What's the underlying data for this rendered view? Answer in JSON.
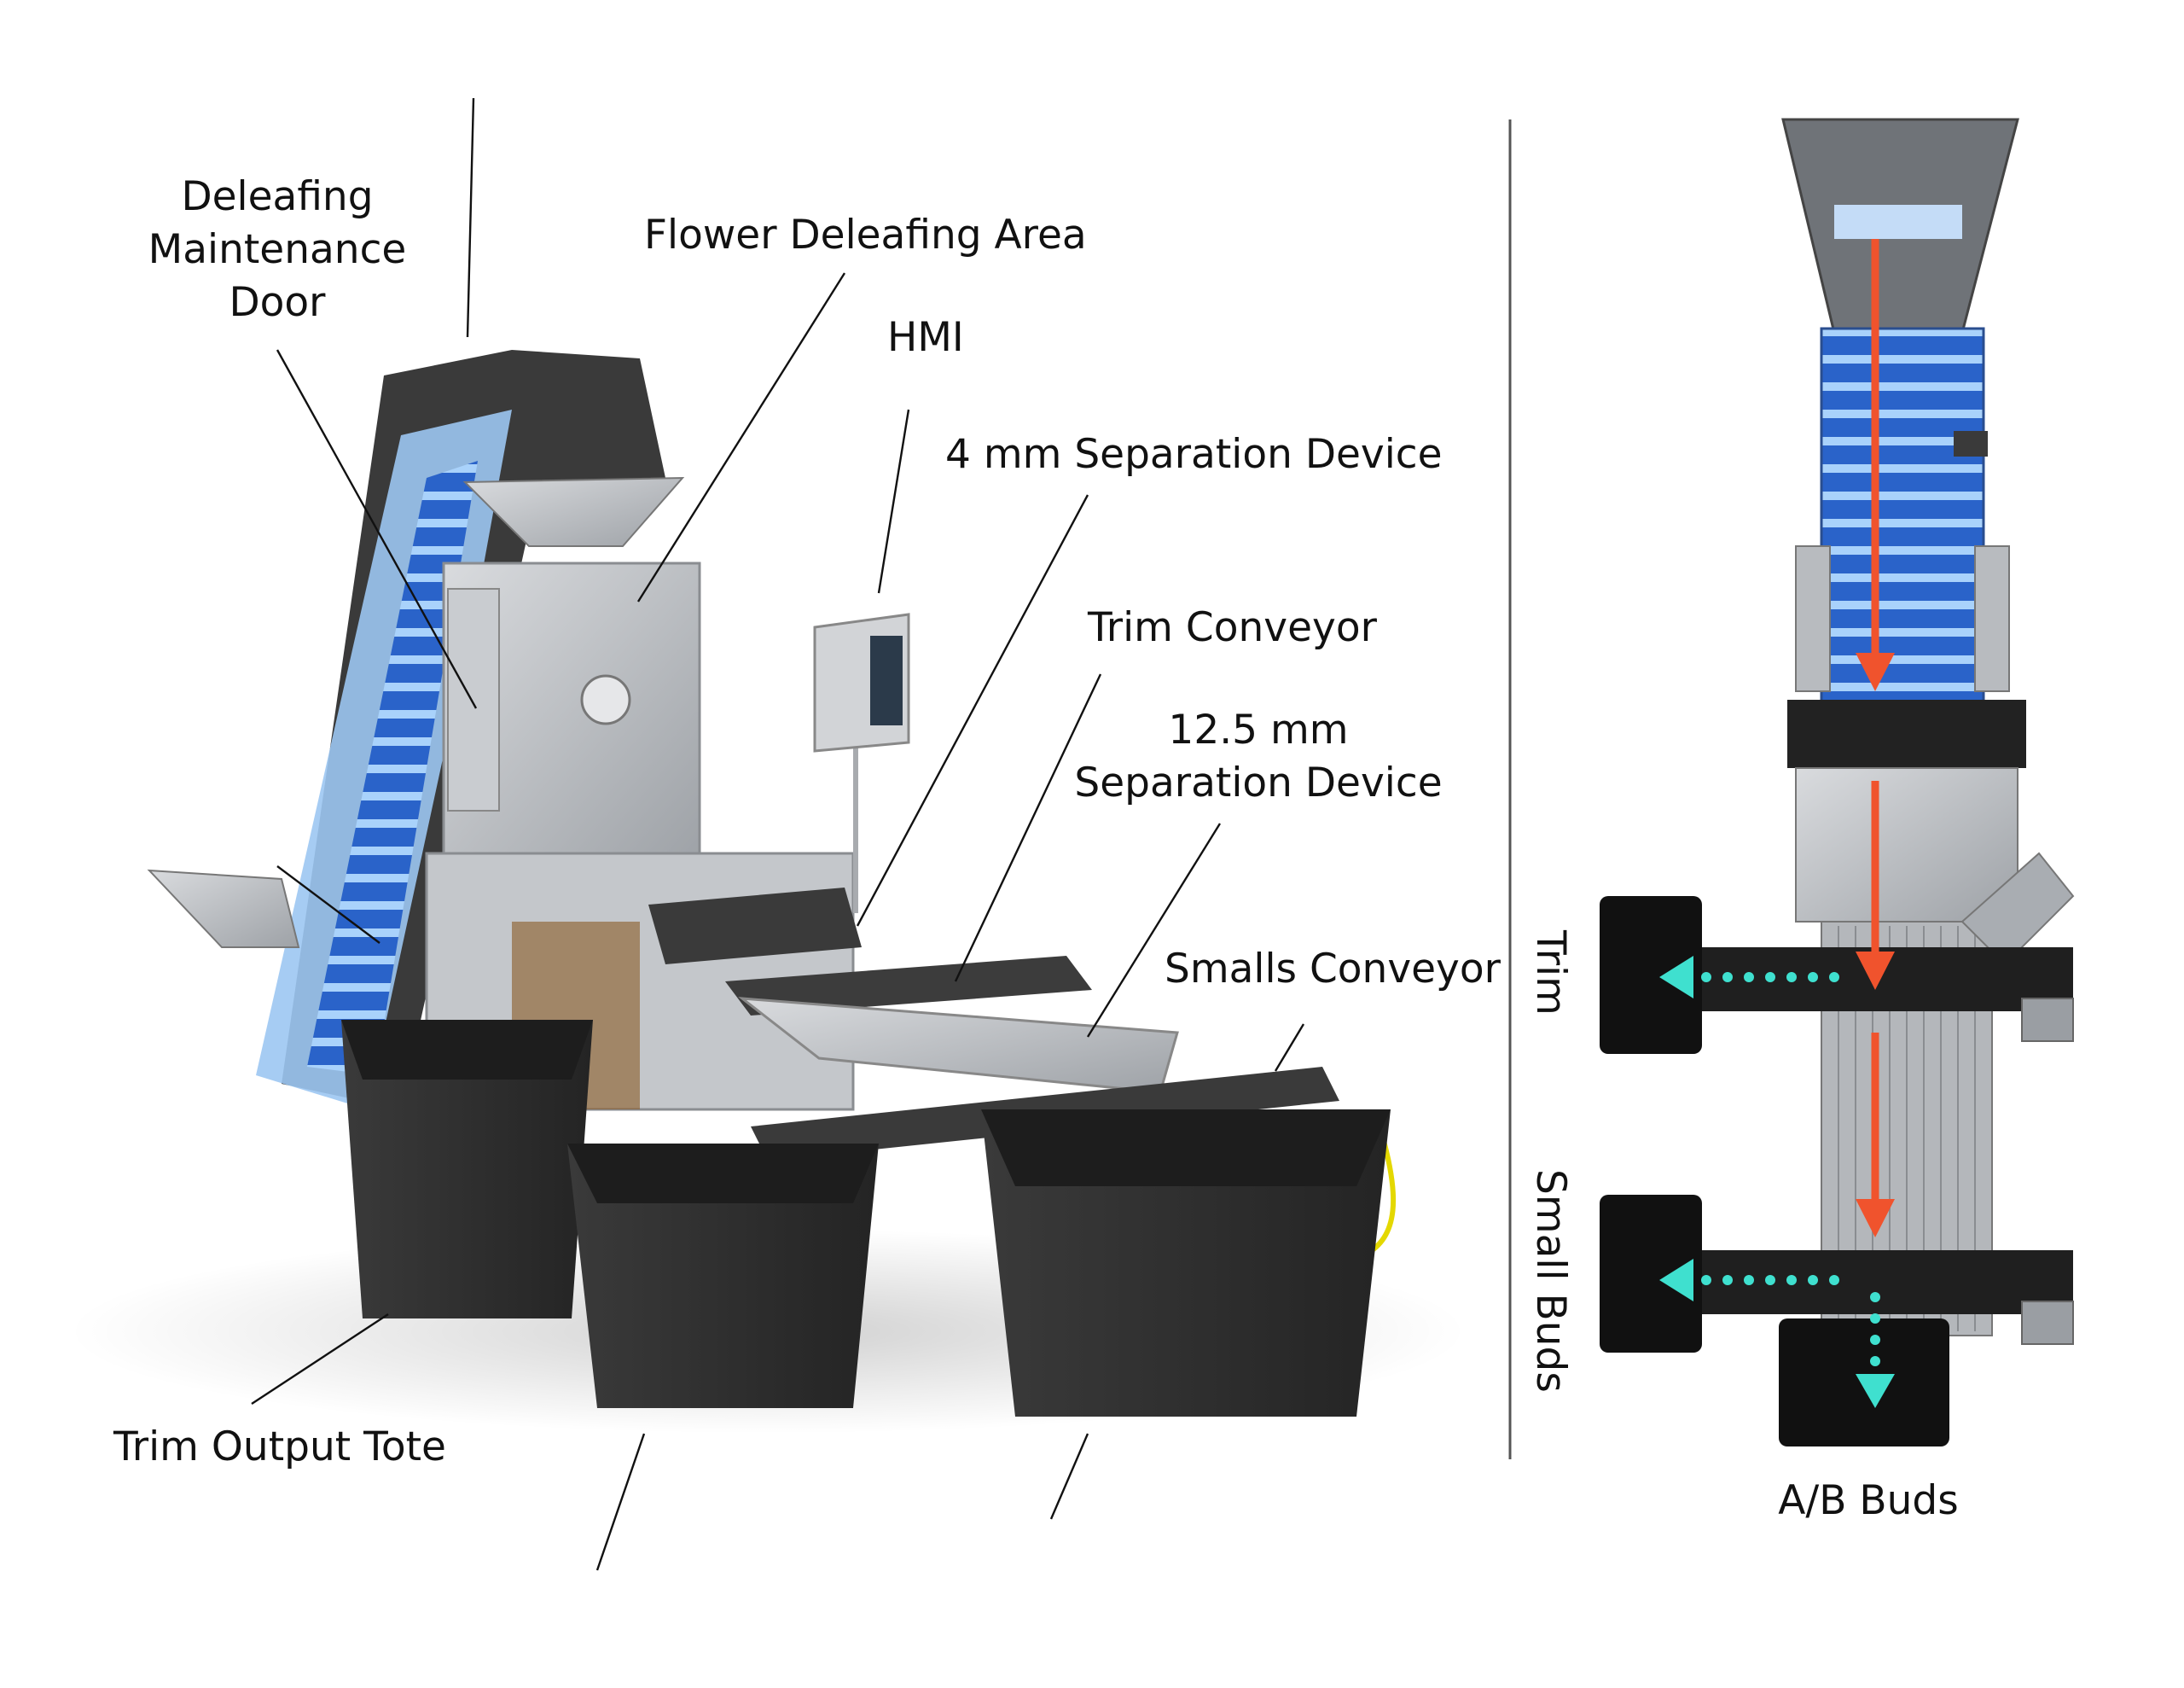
{
  "callouts": {
    "deleafing_door": [
      "Deleafing",
      "Maintenance",
      "Door"
    ],
    "flower_deleafing_area": "Flower Deleafing Area",
    "hmi": "HMI",
    "separation_4mm": "4 mm Separation Device",
    "trim_conveyor": "Trim Conveyor",
    "separation_12mm": [
      "12.5 mm",
      "Separation Device"
    ],
    "smalls_conveyor": "Smalls Conveyor",
    "trim_output_tote": "Trim Output Tote"
  },
  "flow_view": {
    "trim": "Trim",
    "small_buds": "Small Buds",
    "ab_buds": "A/B Buds"
  },
  "colors": {
    "flow_main": "#f0532d",
    "flow_side": "#3fe0cf",
    "belt_blue": "#3d7fe0",
    "frame_dark": "#3a3a3a",
    "steel": "#b9bcc0",
    "tote": "#2f2f2f"
  }
}
